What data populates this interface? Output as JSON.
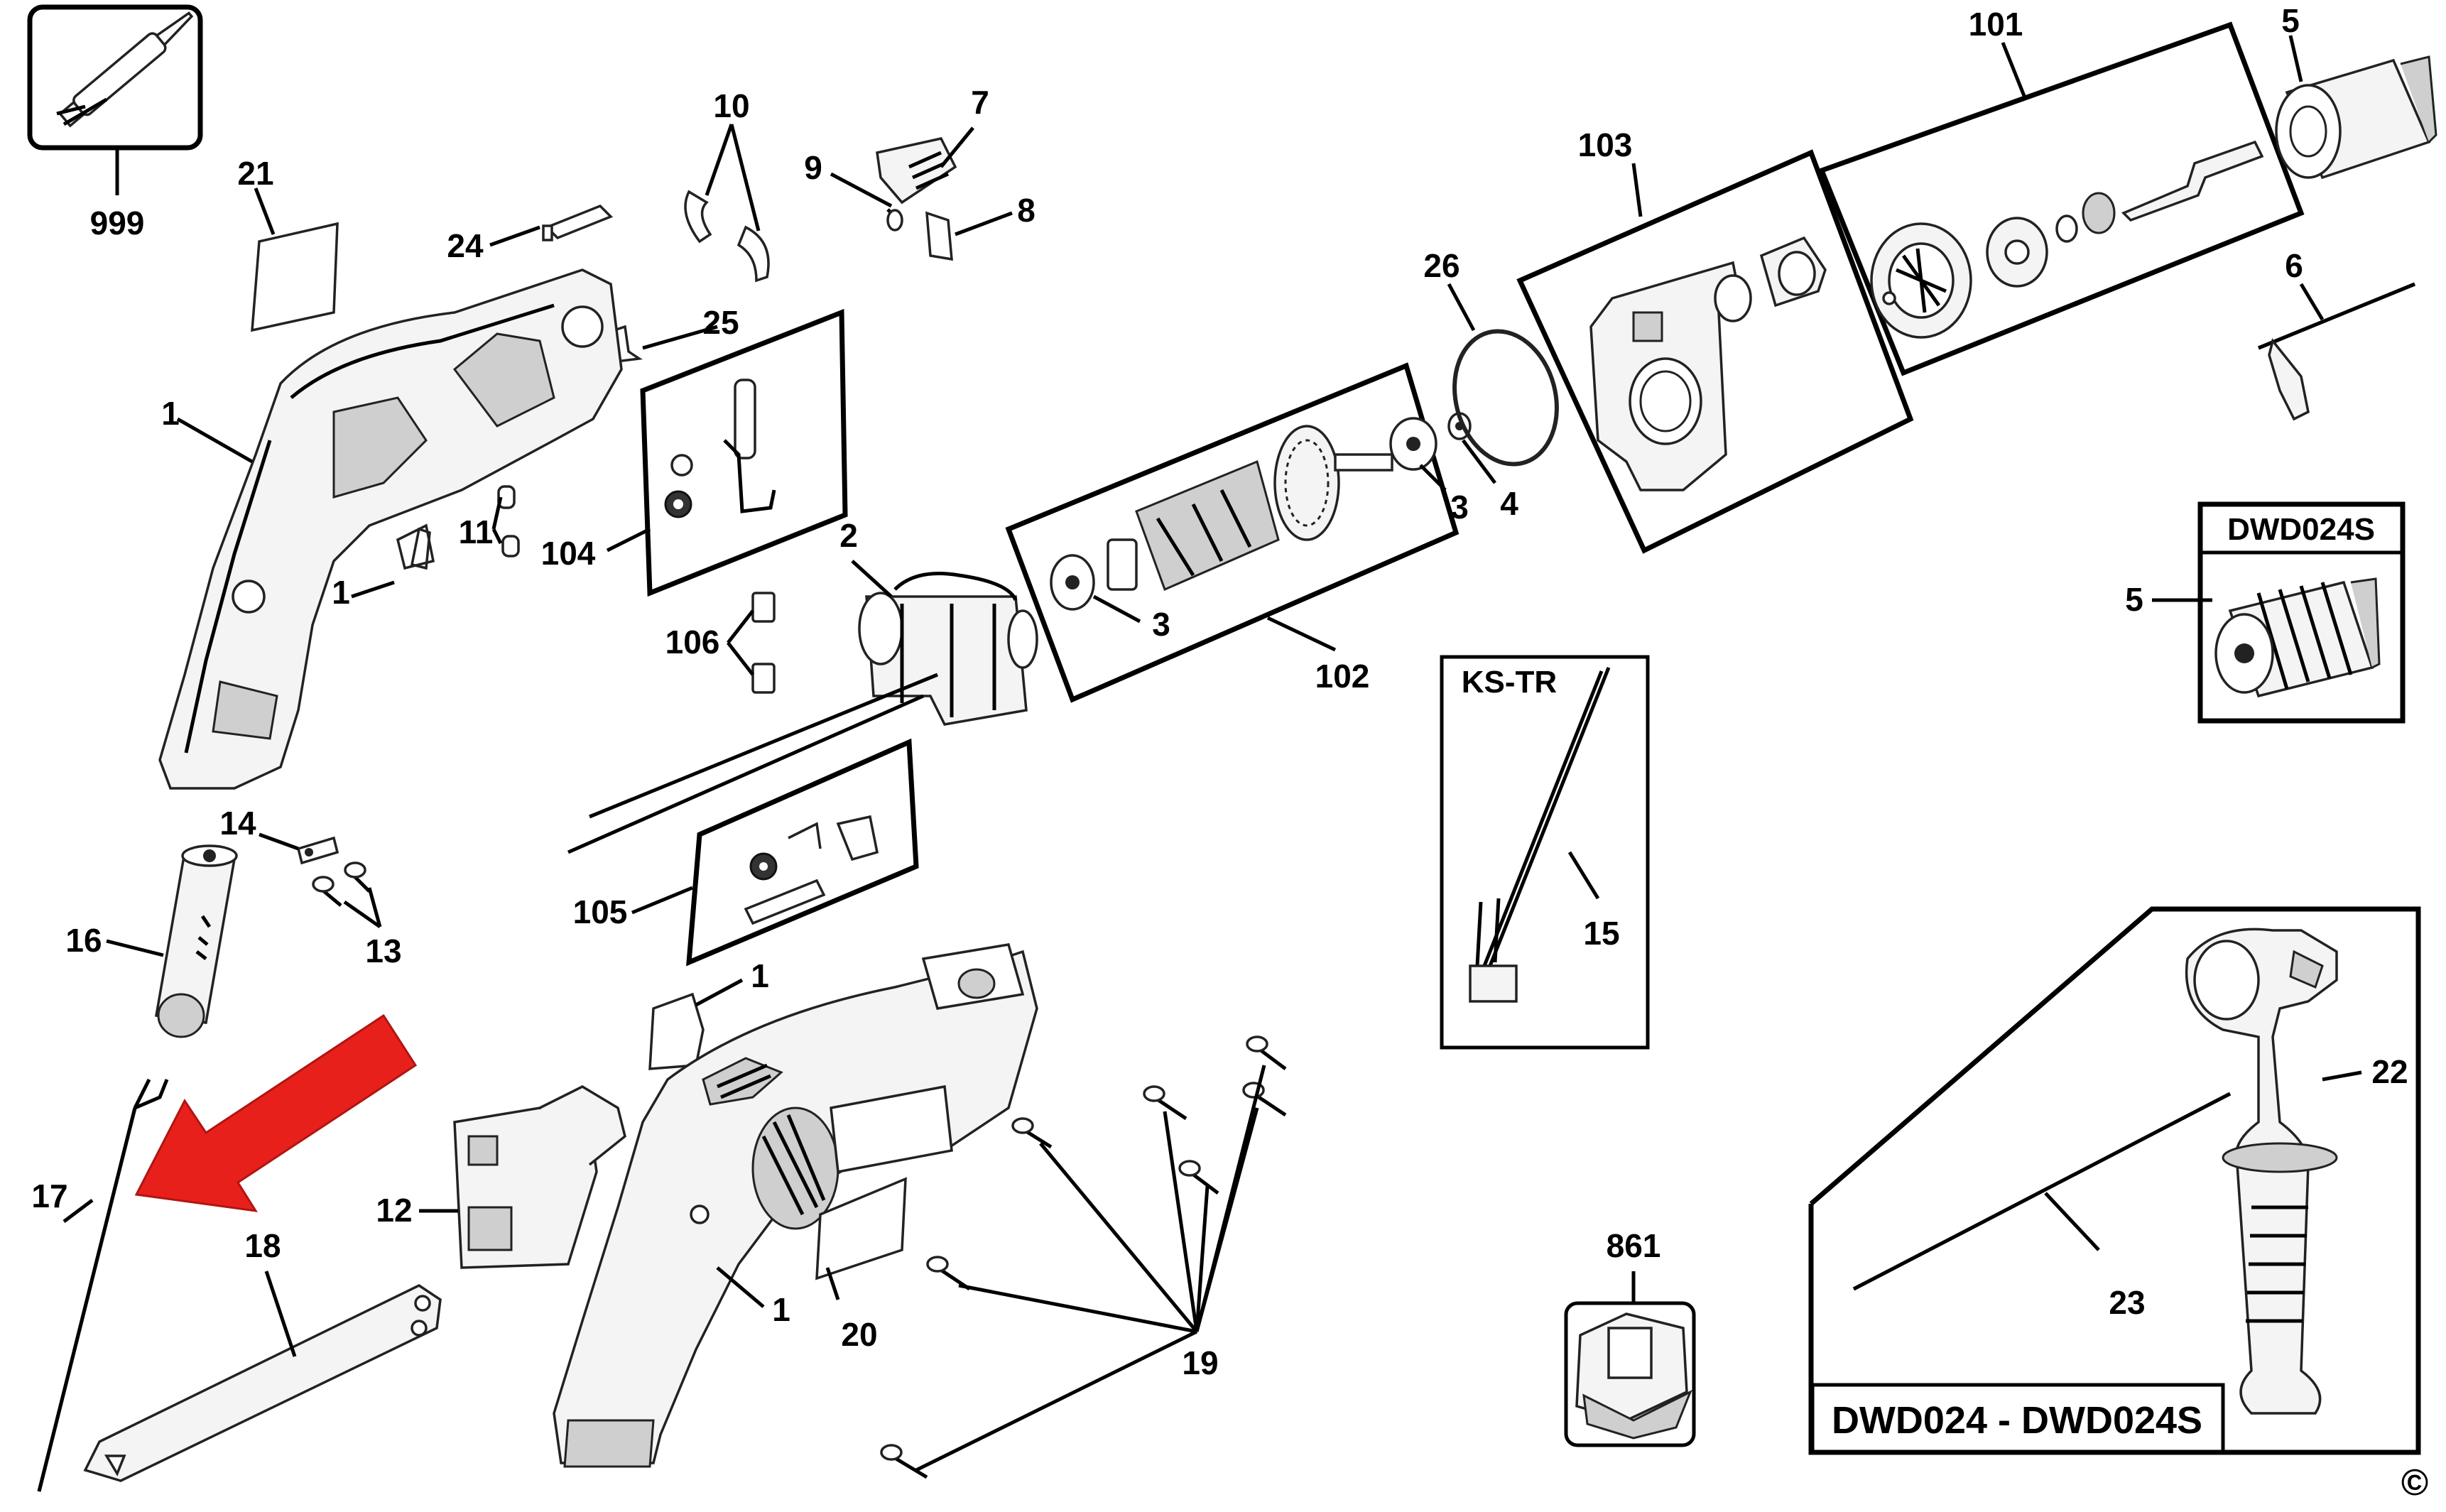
{
  "callouts": {
    "c999": "999",
    "c21": "21",
    "c24": "24",
    "c10": "10",
    "c9": "9",
    "c7": "7",
    "c8": "8",
    "c25": "25",
    "c1a": "1",
    "c11": "11",
    "c104": "104",
    "c1b": "1",
    "c106": "106",
    "c2": "2",
    "c26": "26",
    "c103": "103",
    "c101": "101",
    "c5a": "5",
    "c6": "6",
    "c3a": "3",
    "c4": "4",
    "c3b": "3",
    "c102": "102",
    "c5b": "5",
    "c14": "14",
    "c16": "16",
    "c13": "13",
    "c105": "105",
    "c15": "15",
    "c1c": "1",
    "c17": "17",
    "c12": "12",
    "c18": "18",
    "c1d": "1",
    "c20": "20",
    "c19": "19",
    "c861": "861",
    "c22": "22",
    "c23": "23"
  },
  "box_titles": {
    "ks_tr": "KS-TR",
    "dwd024s": "DWD024S",
    "dwd024_range": "DWD024 - DWD024S"
  },
  "copyright": "©",
  "colors": {
    "highlight_arrow": "#e8201b",
    "ink": "#000000"
  }
}
